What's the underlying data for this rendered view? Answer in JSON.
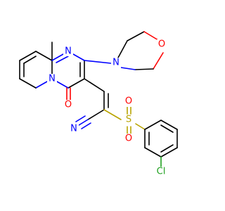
{
  "molecule": {
    "atoms": {
      "n_ring_top": "N",
      "n_ring_bridge": "N",
      "n_morpholine": "N",
      "o_morpholine": "O",
      "o_carbonyl": "O",
      "n_nitrile": "N",
      "s_sulfonyl": "S",
      "o_sulfonyl_top": "O",
      "o_sulfonyl_bottom": "O",
      "cl": "Cl"
    },
    "colors": {
      "carbon": "#000000",
      "nitrogen": "#0000ff",
      "oxygen": "#ff0000",
      "sulfur": "#b8a300",
      "chlorine": "#1fa01f"
    }
  }
}
